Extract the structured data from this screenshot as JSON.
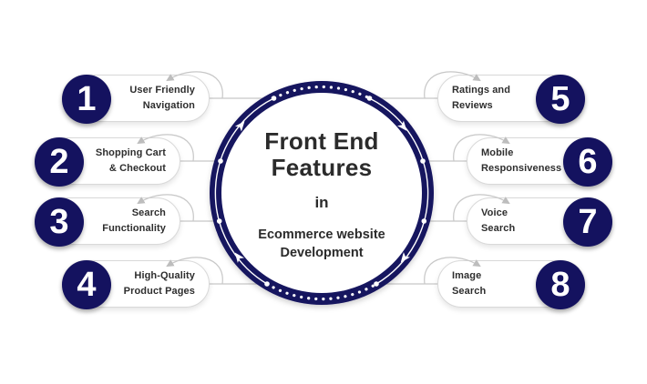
{
  "center": {
    "title": "Front End Features",
    "connector_word": "in",
    "subtitle": "Ecommerce website Development"
  },
  "items": [
    {
      "number": "1",
      "label": "User Friendly\nNavigation",
      "side": "left"
    },
    {
      "number": "2",
      "label": "Shopping Cart\n& Checkout",
      "side": "left"
    },
    {
      "number": "3",
      "label": "Search\nFunctionality",
      "side": "left"
    },
    {
      "number": "4",
      "label": "High-Quality\nProduct Pages",
      "side": "left"
    },
    {
      "number": "5",
      "label": "Ratings and\nReviews",
      "side": "right"
    },
    {
      "number": "6",
      "label": "Mobile\nResponsiveness",
      "side": "right"
    },
    {
      "number": "7",
      "label": "Voice\nSearch",
      "side": "right"
    },
    {
      "number": "8",
      "label": "Image\nSearch",
      "side": "right"
    }
  ],
  "colors": {
    "navy": "#14125f",
    "text_dark": "#2b2b2b",
    "pill_border": "#d9d9d9",
    "connector_gray": "#c7c7c7",
    "background": "#ffffff"
  }
}
